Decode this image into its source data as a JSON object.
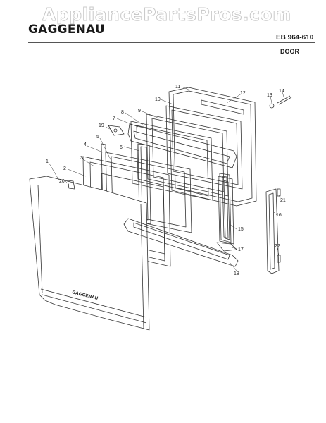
{
  "watermark": "AppliancePartsPros.com",
  "header": {
    "brand": "GAGGENAU",
    "model": "EB 964-610",
    "section": "DOOR"
  },
  "door_logo": "GAGGENAU",
  "callouts": [
    "1",
    "2",
    "3",
    "4",
    "5",
    "6",
    "7",
    "8",
    "9",
    "10",
    "11",
    "12",
    "13",
    "14",
    "15",
    "16",
    "17",
    "18",
    "19",
    "20",
    "21",
    "22"
  ]
}
